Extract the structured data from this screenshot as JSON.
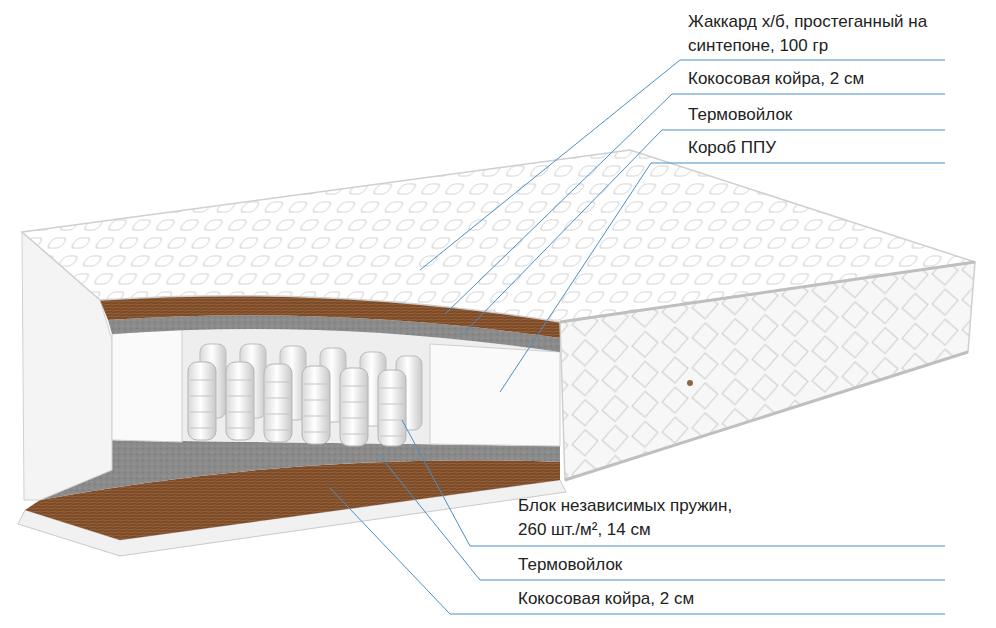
{
  "diagram": {
    "labels": [
      "Жаккард х/б, простеганный на синтепоне, 100 гр",
      "Кокосовая койра, 2 см",
      "Термовойлок",
      "Короб ППУ",
      "Блок независимых пружин, 260 шт./м², 14 см",
      "Термовойлок",
      "Кокосовая койра, 2 см"
    ]
  }
}
